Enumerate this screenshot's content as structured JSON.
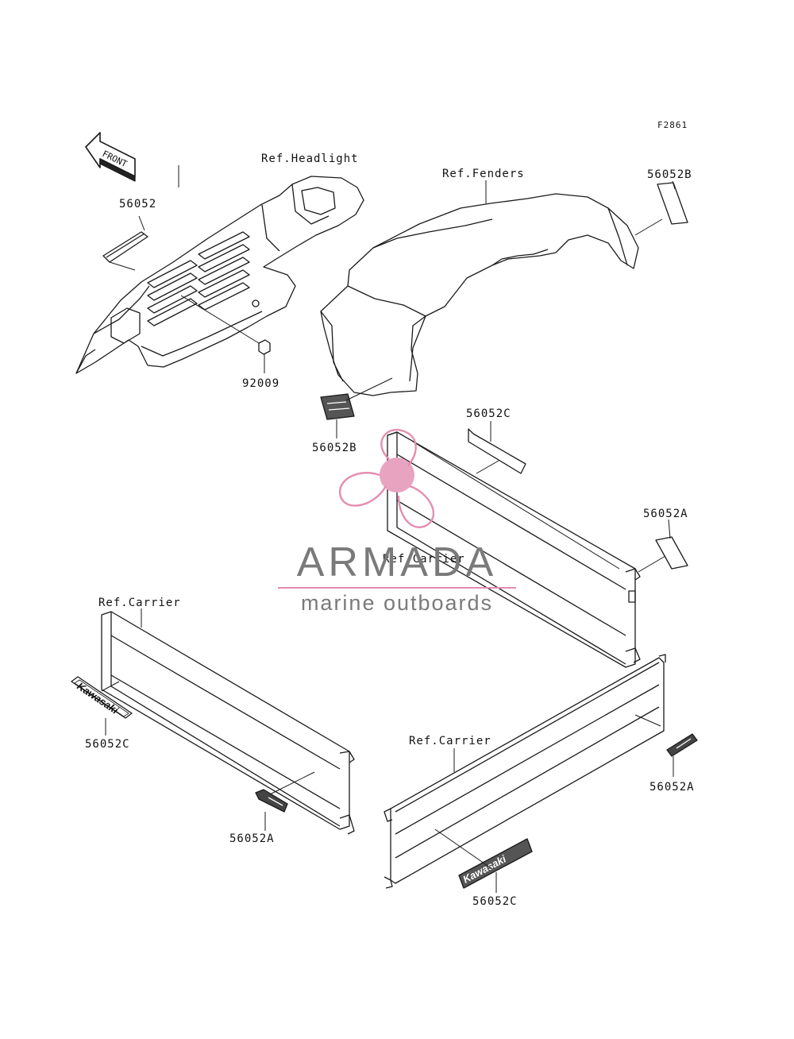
{
  "diagram_code": "F2861",
  "front_arrow_text": "FRONT",
  "labels": {
    "ref_headlight": "Ref.Headlight",
    "ref_fenders": "Ref.Fenders",
    "ref_carrier_rear": "Ref.Carrier",
    "ref_carrier_left": "Ref.Carrier",
    "ref_carrier_right": "Ref.Carrier",
    "part_56052": "56052",
    "part_92009": "92009",
    "part_56052B_top": "56052B",
    "part_56052B_bottom": "56052B",
    "part_56052C_top": "56052C",
    "part_56052A_right": "56052A",
    "part_56052C_left": "56052C",
    "part_56052A_left": "56052A",
    "part_56052A_far_right": "56052A",
    "part_56052C_bottom": "56052C"
  },
  "decal_text": {
    "kawasaki_left": "Kawasaki",
    "kawasaki_right": "Kawasaki"
  },
  "watermark": {
    "title": "ARMADA",
    "subtitle": "marine outboards",
    "accent_color": "#e58db1",
    "text_color": "#7a7a7a"
  },
  "colors": {
    "line": "#1a1a1a",
    "background": "#ffffff"
  }
}
